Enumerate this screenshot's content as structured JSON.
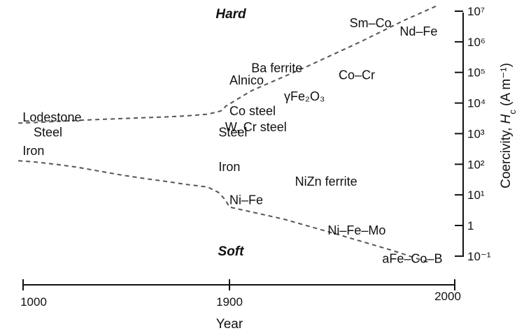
{
  "chart_data": {
    "type": "line",
    "title": "",
    "xlabel": "Year",
    "ylabel_prefix": "Coercivity, ",
    "ylabel_symbol": "H",
    "ylabel_subscript": "c",
    "ylabel_units": " (A m⁻¹)",
    "x_ticks": [
      "1000",
      "1900",
      "2000"
    ],
    "y_scale": "log",
    "y_ticks": [
      {
        "value": 0.1,
        "label": "10⁻¹"
      },
      {
        "value": 1,
        "label": "1"
      },
      {
        "value": 10,
        "label": "10¹"
      },
      {
        "value": 100,
        "label": "10²"
      },
      {
        "value": 1000,
        "label": "10³"
      },
      {
        "value": 10000,
        "label": "10⁴"
      },
      {
        "value": 100000,
        "label": "10⁵"
      },
      {
        "value": 1000000,
        "label": "10⁶"
      },
      {
        "value": 10000000,
        "label": "10⁷"
      }
    ],
    "regions": {
      "hard": "Hard",
      "soft": "Soft"
    },
    "materials": [
      {
        "name": "Lodestone",
        "year": 950,
        "hc": 2500
      },
      {
        "name": "Steel",
        "year": 1000,
        "hc": 800
      },
      {
        "name": "Iron",
        "year": 950,
        "hc": 200
      },
      {
        "name": "Steel",
        "year": 1850,
        "hc": 800
      },
      {
        "name": "W, Cr steel",
        "year": 1880,
        "hc": 1200
      },
      {
        "name": "Iron",
        "year": 1850,
        "hc": 60
      },
      {
        "name": "Co steel",
        "year": 1900,
        "hc": 4000
      },
      {
        "name": "Alnico",
        "year": 1900,
        "hc": 40000
      },
      {
        "name": "Ba ferrite",
        "year": 1910,
        "hc": 100000
      },
      {
        "name": "γFe₂O₃",
        "year": 1925,
        "hc": 12000
      },
      {
        "name": "Co–Cr",
        "year": 1950,
        "hc": 60000
      },
      {
        "name": "Sm–Co",
        "year": 1955,
        "hc": 3000000
      },
      {
        "name": "Nd–Fe",
        "year": 1978,
        "hc": 1600000
      },
      {
        "name": "NiZn ferrite",
        "year": 1930,
        "hc": 20
      },
      {
        "name": "Ni–Fe",
        "year": 1900,
        "hc": 5
      },
      {
        "name": "Ni–Fe–Mo",
        "year": 1945,
        "hc": 0.5
      },
      {
        "name": "aFe–Co–B",
        "year": 1970,
        "hc": 0.06
      }
    ],
    "series": [
      {
        "x": [
          930,
          1000,
          1100,
          1200,
          1300,
          1400,
          1500,
          1600,
          1700,
          1800,
          1860,
          1885,
          1910,
          1935,
          1960,
          1980,
          1995
        ],
        "y": [
          2200,
          2300,
          2500,
          2700,
          2900,
          3100,
          3300,
          3500,
          3800,
          4300,
          5500,
          8000,
          25000,
          150000,
          1000000,
          5000000,
          15000000
        ]
      },
      {
        "x": [
          930,
          1000,
          1100,
          1200,
          1300,
          1400,
          1500,
          1600,
          1700,
          1800,
          1850,
          1880,
          1900,
          1925,
          1950,
          1975,
          1992
        ],
        "y": [
          130,
          120,
          100,
          80,
          60,
          45,
          35,
          28,
          22,
          18,
          12,
          7,
          4,
          1.6,
          0.5,
          0.15,
          0.06
        ]
      }
    ]
  }
}
